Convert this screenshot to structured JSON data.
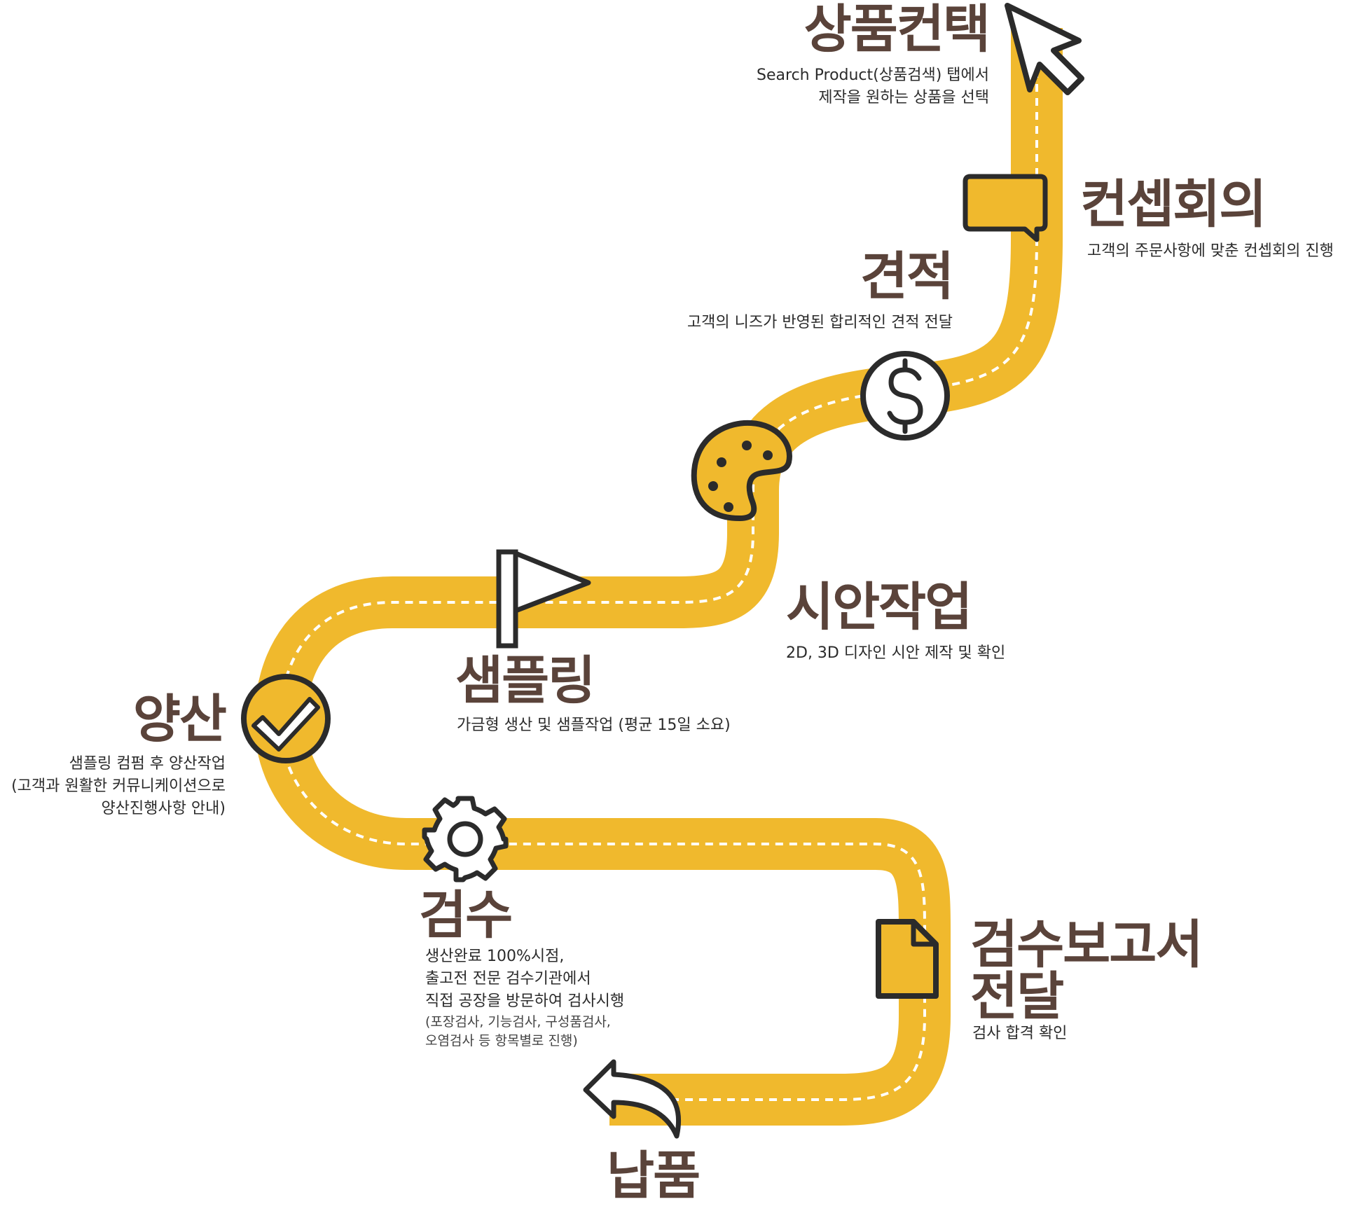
{
  "colors": {
    "road": "#f0b92d",
    "dash": "#ffffff",
    "icon_stroke": "#2b2b2b",
    "title": "#5a433a"
  },
  "steps": [
    {
      "title": "상품컨택",
      "desc": [
        "Search Product(상품검색) 탭에서",
        "제작을 원하는 상품을 선택"
      ],
      "icon": "cursor-icon"
    },
    {
      "title": "컨셉회의",
      "desc": [
        "고객의 주문사항에 맞춘 컨셉회의 진행"
      ],
      "icon": "speech-bubble-icon"
    },
    {
      "title": "견적",
      "desc": [
        "고객의 니즈가 반영된 합리적인 견적 전달"
      ],
      "icon": "dollar-icon"
    },
    {
      "title": "시안작업",
      "desc": [
        "2D, 3D 디자인 시안 제작 및 확인"
      ],
      "icon": "palette-icon"
    },
    {
      "title": "샘플링",
      "desc": [
        "가금형 생산 및 샘플작업 (평균 15일 소요)"
      ],
      "icon": "flag-icon"
    },
    {
      "title": "양산",
      "desc": [
        "샘플링 컴펌 후 양산작업",
        "(고객과 원활한 커뮤니케이션으로",
        "양산진행사항 안내)"
      ],
      "icon": "check-icon"
    },
    {
      "title": "검수",
      "desc": [
        "생산완료 100%시점,",
        "출고전 전문 검수기관에서",
        "직접 공장을 방문하여 검사시행"
      ],
      "desc_small": [
        "(포장검사, 기능검사, 구성품검사,",
        "오염검사 등 항목별로 진행)"
      ],
      "icon": "gear-icon"
    },
    {
      "title_lines": [
        "검수보고서",
        "전달"
      ],
      "desc": [
        "검사 합격 확인"
      ],
      "icon": "document-icon"
    },
    {
      "title": "납품",
      "desc": [],
      "icon": "return-arrow-icon"
    }
  ]
}
